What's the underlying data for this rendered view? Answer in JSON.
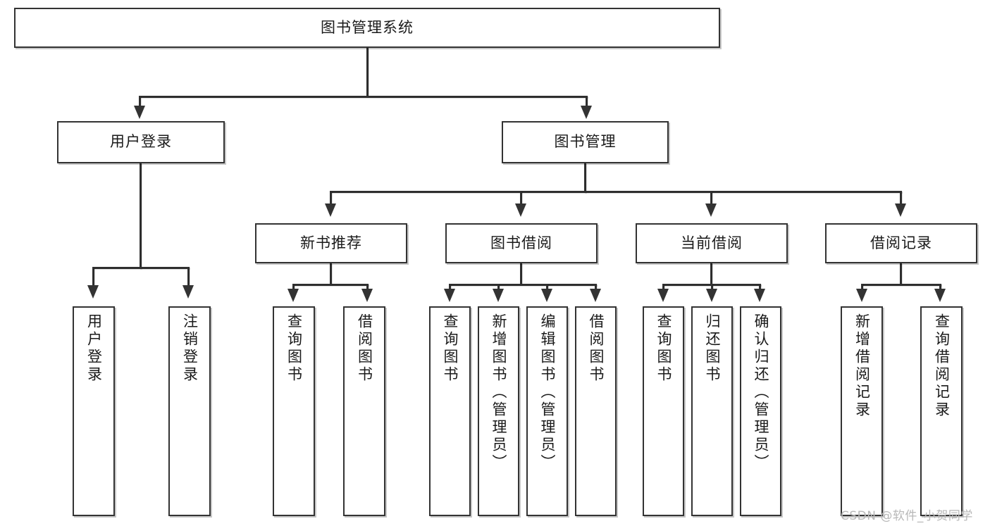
{
  "diagram": {
    "title": "图书管理系统",
    "watermark": "CSDN @软件_小贺同学",
    "root": {
      "label": "图书管理系统"
    },
    "level2": [
      {
        "label": "用户登录"
      },
      {
        "label": "图书管理"
      }
    ],
    "level3": [
      {
        "label": "新书推荐"
      },
      {
        "label": "图书借阅"
      },
      {
        "label": "当前借阅"
      },
      {
        "label": "借阅记录"
      }
    ],
    "leaves": {
      "user_login": [
        {
          "label": "用户登录"
        },
        {
          "label": "注销登录"
        }
      ],
      "new_book": [
        {
          "label": "查询图书"
        },
        {
          "label": "借阅图书"
        }
      ],
      "borrow_book": [
        {
          "label": "查询图书"
        },
        {
          "label": "新增图书（管理员）"
        },
        {
          "label": "编辑图书（管理员）"
        },
        {
          "label": "借阅图书"
        }
      ],
      "current_borrow": [
        {
          "label": "查询图书"
        },
        {
          "label": "归还图书"
        },
        {
          "label": "确认归还（管理员）"
        }
      ],
      "borrow_record": [
        {
          "label": "新增借阅记录"
        },
        {
          "label": "查询借阅记录"
        }
      ]
    },
    "colors": {
      "box_border": "#333333",
      "connector": "#333333",
      "background": "#ffffff",
      "watermark": "#b8b8b8"
    }
  }
}
